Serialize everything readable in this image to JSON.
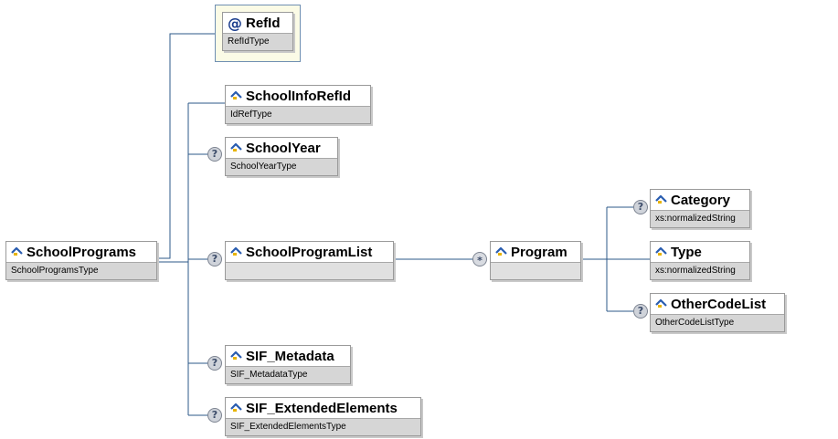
{
  "root": {
    "name": "SchoolPrograms",
    "type": "SchoolProgramsType"
  },
  "attribute": {
    "name": "RefId",
    "type": "RefIdType",
    "symbol": "@"
  },
  "children": [
    {
      "name": "SchoolInfoRefId",
      "type": "IdRefType",
      "optional": false
    },
    {
      "name": "SchoolYear",
      "type": "SchoolYearType",
      "optional": true
    },
    {
      "name": "SchoolProgramList",
      "type": "",
      "optional": true
    },
    {
      "name": "SIF_Metadata",
      "type": "SIF_MetadataType",
      "optional": true
    },
    {
      "name": "SIF_ExtendedElements",
      "type": "SIF_ExtendedElementsType",
      "optional": true
    }
  ],
  "program": {
    "name": "Program",
    "type": "",
    "occurrence_symbol": "*"
  },
  "program_children": [
    {
      "name": "Category",
      "type": "xs:normalizedString",
      "optional": true
    },
    {
      "name": "Type",
      "type": "xs:normalizedString",
      "optional": false
    },
    {
      "name": "OtherCodeList",
      "type": "OtherCodeListType",
      "optional": true
    }
  ],
  "optional_symbol": "?",
  "colors": {
    "wire": "#2c5a8a",
    "icon_blue": "#2a5db0",
    "icon_yellow": "#e8b400"
  }
}
